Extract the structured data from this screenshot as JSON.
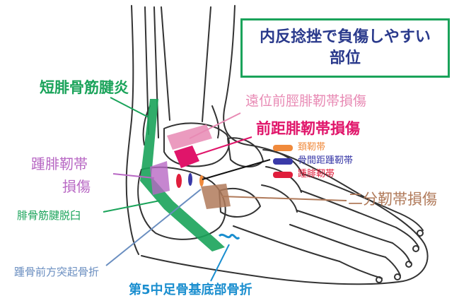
{
  "title": {
    "line1": "内反捻挫で負傷しやすい",
    "line2": "部位"
  },
  "labels": {
    "tanhikotsu_kinken": "短腓骨筋腱炎",
    "enni_zenkei": "遠位前脛腓靭帯損傷",
    "zenkyohi": "前距腓靭帯損傷",
    "keijin": "頚靭帯",
    "kotsukan": "骨間距踵靭帯",
    "shohi": "踵腓靭帯",
    "shohi_sonsho_1": "踵腓靭帯",
    "shohi_sonsho_2": "損傷",
    "nibun": "二分靭帯損傷",
    "dakkyu": "腓骨筋腱脱臼",
    "shokotsu": "踵骨前方突起骨折",
    "daigo": "第5中足骨基底部骨折"
  },
  "colors": {
    "green": "#1aa35a",
    "pink_light": "#e88ab4",
    "magenta": "#e0156a",
    "purple": "#b868c4",
    "orange": "#f08a3c",
    "navy": "#3a3aa8",
    "red": "#e01e3c",
    "brown": "#b07a5a",
    "light_blue": "#6a8ec0",
    "cyan": "#1a8ecf"
  }
}
